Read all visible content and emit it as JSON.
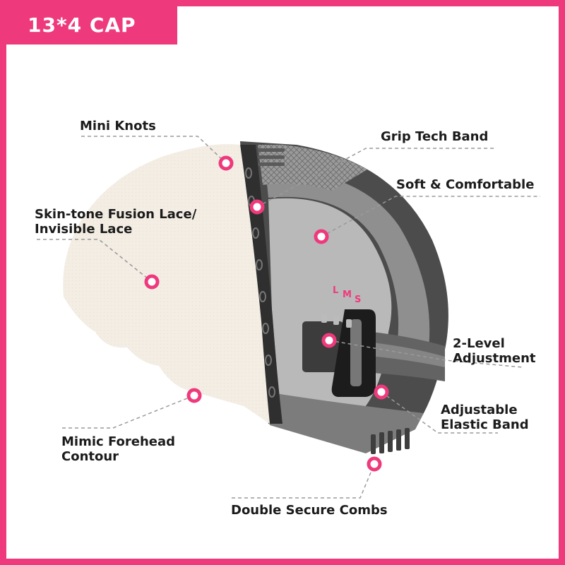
{
  "title": "13*4 CAP",
  "colors": {
    "accent": "#ee3a7c",
    "lace": "#f3ede4",
    "cap_dark": "#4c4c4c",
    "cap_mid": "#8f8f8f",
    "cap_light": "#b9b9b9"
  },
  "size_marks": [
    "L",
    "M",
    "S"
  ],
  "labels": {
    "mini_knots": [
      "Mini Knots"
    ],
    "grip_tech_band": [
      "Grip Tech Band"
    ],
    "soft_comfortable": [
      "Soft & Comfortable"
    ],
    "skin_tone_lace": [
      "Skin-tone Fusion Lace/",
      "Invisible Lace"
    ],
    "two_level_adjustment": [
      "2-Level",
      "Adjustment"
    ],
    "adjustable_elastic_band": [
      "Adjustable",
      "Elastic Band"
    ],
    "mimic_forehead_contour": [
      "Mimic Forehead",
      "Contour"
    ],
    "double_secure_combs": [
      "Double Secure Combs"
    ]
  }
}
